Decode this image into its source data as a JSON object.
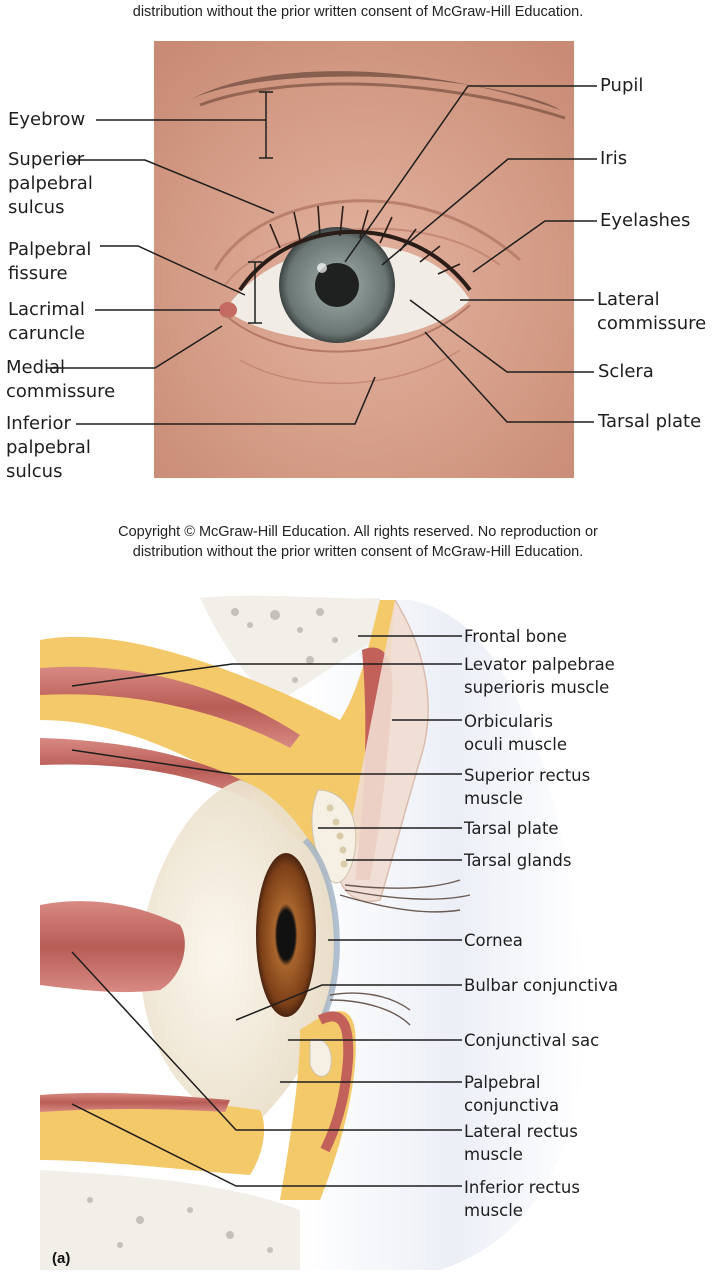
{
  "copyright": {
    "top_line2": "distribution without the prior written consent of McGraw-Hill Education.",
    "middle_line1": "Copyright © McGraw-Hill Education. All rights reserved. No reproduction or",
    "middle_line2": "distribution without the prior written consent of McGraw-Hill Education."
  },
  "photo_labels": {
    "eyebrow": "Eyebrow",
    "superior_palpebral_sulcus": "Superior\npalpebral\nsulcus",
    "palpebral_fissure": "Palpebral\nfissure",
    "lacrimal_caruncle": "Lacrimal\ncaruncle",
    "medial_commissure": "Medial\ncommissure",
    "inferior_palpebral_sulcus": "Inferior\npalpebral\nsulcus",
    "pupil": "Pupil",
    "iris": "Iris",
    "eyelashes": "Eyelashes",
    "lateral_commissure": "Lateral\ncommissure",
    "sclera": "Sclera",
    "tarsal_plate": "Tarsal plate"
  },
  "section_labels": {
    "frontal_bone": "Frontal bone",
    "levator": "Levator palpebrae\nsuperioris muscle",
    "orbicularis": "Orbicularis\noculi muscle",
    "superior_rectus": "Superior rectus\nmuscle",
    "tarsal_plate": "Tarsal plate",
    "tarsal_glands": "Tarsal glands",
    "cornea": "Cornea",
    "bulbar_conjunctiva": "Bulbar conjunctiva",
    "conjunctival_sac": "Conjunctival sac",
    "palpebral_conjunctiva": "Palpebral\nconjunctiva",
    "lateral_rectus": "Lateral rectus\nmuscle",
    "inferior_rectus": "Inferior rectus\nmuscle"
  },
  "figure_letter": "(a)",
  "colors": {
    "skin": "#d9a48e",
    "iris": "#6f7f7c",
    "muscle": "#c8716a",
    "fat": "#f2c96a",
    "sclera": "#f4efe6",
    "iris_brown": "#8a4a1c"
  }
}
